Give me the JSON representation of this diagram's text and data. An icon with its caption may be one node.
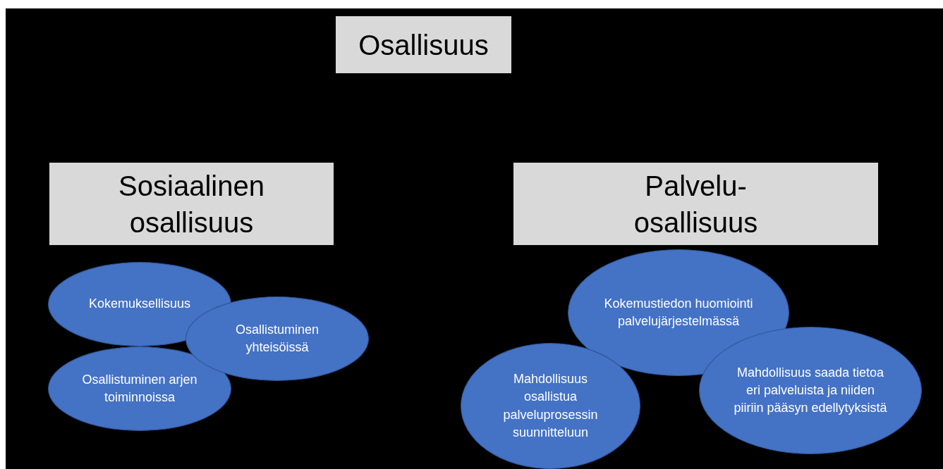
{
  "diagram": {
    "nodes": [
      {
        "text": [
          "Osallisuus"
        ]
      },
      {
        "text": [
          "Sosiaalinen osallisuus"
        ]
      },
      {
        "text": [
          "Palvelu- osallisuus"
        ]
      },
      {
        "text": [
          "Kokemuksellisuus"
        ]
      },
      {
        "text": [
          "Osallistuminen yhteisöissä"
        ]
      },
      {
        "text": [
          "Osallistuminen arjen toiminnoissa"
        ]
      },
      {
        "text": [
          "Kokemustiedon huomiointi palvelujärjestelmässä"
        ]
      },
      {
        "text": [
          "Mahdollisuus osallistua palveluprosessin suunnitteluun"
        ]
      },
      {
        "text": [
          "Mahdollisuus saada tietoa eri palveluista ja niiden piiriin pääsyn edellytyksistä"
        ]
      }
    ]
  }
}
